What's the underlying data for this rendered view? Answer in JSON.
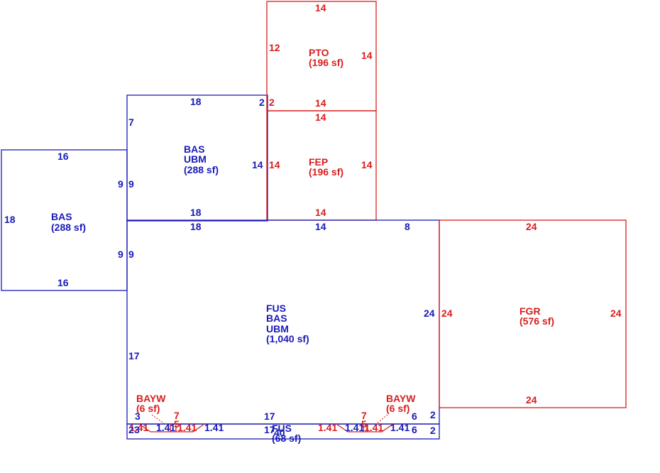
{
  "colors": {
    "main_area": "#1a1ab8",
    "other_area": "#d81e1e"
  },
  "areas": {
    "bas_left": {
      "code1": "BAS",
      "area": "(288 sf)",
      "dims": {
        "top": "16",
        "bottom": "16",
        "left": "18",
        "right_upper": "9",
        "right_lower": "9"
      }
    },
    "bas_ubm_upper": {
      "code1": "BAS",
      "code2": "UBM",
      "area": "(288 sf)",
      "dims": {
        "top": "18",
        "bottom": "18",
        "left_top": "7",
        "left_mid": "9",
        "right_top": "2",
        "right_mid": "14"
      }
    },
    "pto": {
      "code1": "PTO",
      "area": "(196 sf)",
      "dims": {
        "top": "14",
        "bottom": "14",
        "left": "12",
        "left_bottom": "2",
        "right": "14"
      }
    },
    "fep": {
      "code1": "FEP",
      "area": "(196 sf)",
      "dims": {
        "top": "14",
        "bottom": "14",
        "left": "14",
        "right": "14"
      }
    },
    "fus_main": {
      "code1": "FUS",
      "code2": "BAS",
      "code3": "UBM",
      "area": "(1,040 sf)",
      "dims": {
        "top_a": "18",
        "top_b": "14",
        "top_c": "8",
        "left_a": "9",
        "left_b": "17",
        "left_c": "3",
        "right": "24",
        "bottom_mid": "17",
        "bottom_right": "6",
        "bottom_right_b": "2"
      }
    },
    "fgr": {
      "code1": "FGR",
      "area": "(576 sf)",
      "dims": {
        "top": "24",
        "bottom": "24",
        "left": "24",
        "right": "24"
      }
    },
    "bayw_left": {
      "code1": "BAYW",
      "area": "(6 sf)",
      "dims": {
        "top": "7",
        "mid": "5",
        "seg1": "1.41",
        "seg2": "1.41",
        "seg3": "1.41",
        "seg4": "1.41"
      }
    },
    "bayw_right": {
      "code1": "BAYW",
      "area": "(6 sf)",
      "dims": {
        "top": "7",
        "mid": "5",
        "seg1": "1.41",
        "seg2": "1.41",
        "seg3": "1.41",
        "seg4": "1.41"
      }
    },
    "fus_strip": {
      "code1": "FUS",
      "area": "(68 sf)",
      "dims": {
        "top": "17",
        "top_b": "40",
        "left": "2",
        "left_b": "3",
        "right_a": "6",
        "right_b": "2"
      }
    }
  }
}
